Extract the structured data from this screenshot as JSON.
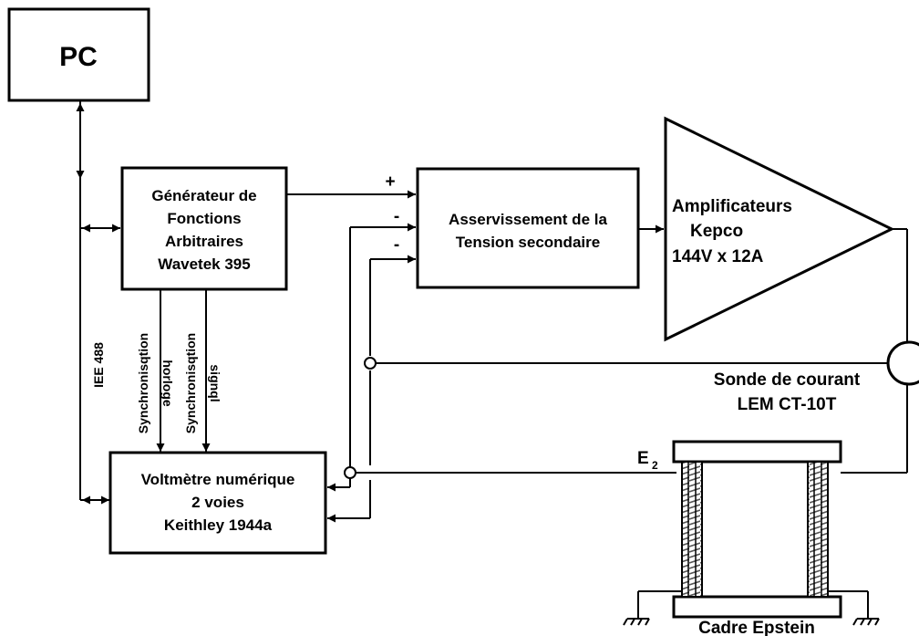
{
  "blocks": {
    "pc": "PC",
    "generator": [
      "Générateur de",
      "Fonctions",
      "Arbitraires",
      "Wavetek 395"
    ],
    "controller": [
      "Asservissement de la",
      "Tension secondaire"
    ],
    "amplifier": [
      "Amplificateurs",
      "Kepco",
      "144V x 12A"
    ],
    "voltmeter": [
      "Voltmètre numérique",
      "2 voies",
      "Keithley 1944a"
    ]
  },
  "labels": {
    "bus": "IEE 488",
    "sync_clock": [
      "Synchronisqtion",
      "horloge"
    ],
    "sync_signal": [
      "Synchronisqtion",
      "signql"
    ],
    "probe": [
      "Sonde de courant",
      "LEM CT-10T"
    ],
    "secondary": "E",
    "secondary_sub": "2",
    "frame": "Cadre Epstein"
  },
  "signs": {
    "plus": "+",
    "minus1": "-",
    "minus2": "-"
  },
  "colors": {
    "ink": "#000000",
    "background": "#ffffff",
    "coil": "#555555"
  }
}
